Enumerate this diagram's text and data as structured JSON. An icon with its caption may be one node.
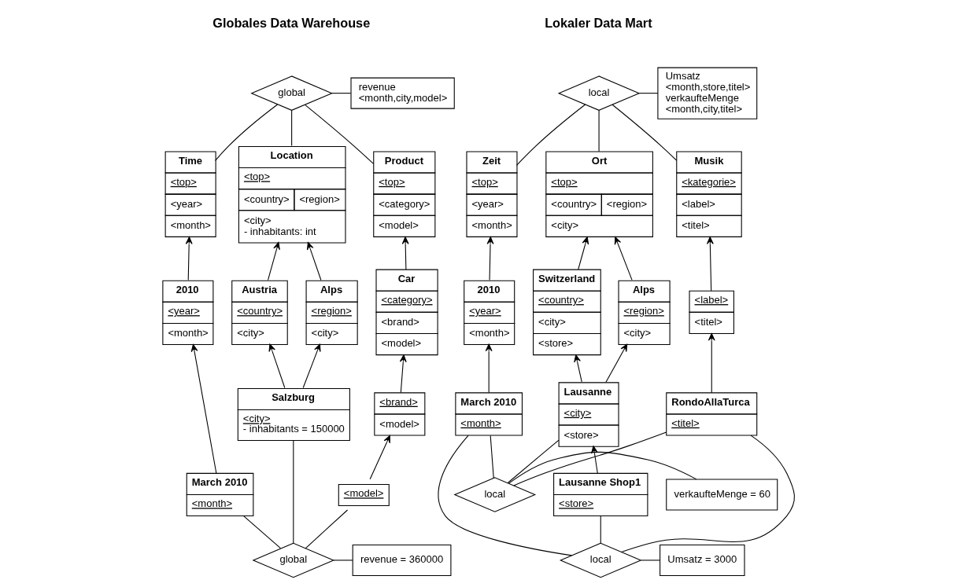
{
  "diagram": {
    "nodes": [
      {
        "text": [
          "global"
        ]
      },
      {
        "text": [
          "revenue",
          "<month,city,model>"
        ]
      },
      {
        "text": [
          "Time",
          "<top>",
          "<year>",
          "<month>"
        ]
      },
      {
        "text": [
          "Location",
          "<top>",
          "<country>",
          "<region>",
          "<city>",
          "- inhabitants: int"
        ]
      },
      {
        "text": [
          "Product",
          "<top>",
          "<category>",
          "<model>"
        ]
      },
      {
        "text": [
          "2010",
          "<year>",
          "<month>"
        ]
      },
      {
        "text": [
          "Austria",
          "<country>",
          "<city>"
        ]
      },
      {
        "text": [
          "Alps",
          "<region>",
          "<city>"
        ]
      },
      {
        "text": [
          "Car",
          "<category>",
          "<brand>",
          "<model>"
        ]
      },
      {
        "text": [
          "March 2010",
          "<month>"
        ]
      },
      {
        "text": [
          "Salzburg",
          "<city>",
          "- inhabitants = 150000"
        ]
      },
      {
        "text": [
          "<brand>",
          "<model>"
        ]
      },
      {
        "text": [
          "<model>"
        ]
      },
      {
        "text": [
          "global"
        ]
      },
      {
        "text": [
          "revenue = 360000"
        ]
      },
      {
        "text": [
          "local"
        ]
      },
      {
        "text": [
          "Umsatz",
          "<month,store,titel>",
          "verkaufteMenge",
          "<month,city,titel>"
        ]
      },
      {
        "text": [
          "Zeit",
          "<top>",
          "<year>",
          "<month>"
        ]
      },
      {
        "text": [
          "Ort",
          "<top>",
          "<country>",
          "<region>",
          "<city>"
        ]
      },
      {
        "text": [
          "Musik",
          "<kategorie>",
          "<label>",
          "<titel>"
        ]
      },
      {
        "text": [
          "2010",
          "<year>",
          "<month>"
        ]
      },
      {
        "text": [
          "Switzerland",
          "<country>",
          "<city>",
          "<store>"
        ]
      },
      {
        "text": [
          "Alps",
          "<region>",
          "<city>"
        ]
      },
      {
        "text": [
          "<label>",
          "<titel>"
        ]
      },
      {
        "text": [
          "March 2010",
          "<month>"
        ]
      },
      {
        "text": [
          "Lausanne",
          "<city>",
          "<store>"
        ]
      },
      {
        "text": [
          "Lausanne Shop1",
          "<store>"
        ]
      },
      {
        "text": [
          "RondoAllaTurca",
          "<titel>"
        ]
      },
      {
        "text": [
          "local"
        ]
      },
      {
        "text": [
          "verkaufteMenge = 60"
        ]
      },
      {
        "text": [
          "local"
        ]
      },
      {
        "text": [
          "Umsatz = 3000"
        ]
      }
    ],
    "edges": [
      {
        "from": 0,
        "to": 1,
        "arrow": "none"
      },
      {
        "from": 0,
        "to": 2,
        "arrow": "none"
      },
      {
        "from": 0,
        "to": 3,
        "arrow": "none"
      },
      {
        "from": 0,
        "to": 4,
        "arrow": "none"
      },
      {
        "from": 5,
        "to": 2,
        "arrow": "to"
      },
      {
        "from": 6,
        "to": 3,
        "arrow": "to"
      },
      {
        "from": 7,
        "to": 3,
        "arrow": "to"
      },
      {
        "from": 8,
        "to": 4,
        "arrow": "to"
      },
      {
        "from": 9,
        "to": 5,
        "arrow": "to"
      },
      {
        "from": 10,
        "to": 6,
        "arrow": "to"
      },
      {
        "from": 10,
        "to": 7,
        "arrow": "to"
      },
      {
        "from": 11,
        "to": 8,
        "arrow": "to"
      },
      {
        "from": 12,
        "to": 11,
        "arrow": "to"
      },
      {
        "from": 9,
        "to": 13,
        "arrow": "none"
      },
      {
        "from": 10,
        "to": 13,
        "arrow": "none"
      },
      {
        "from": 12,
        "to": 13,
        "arrow": "none"
      },
      {
        "from": 13,
        "to": 14,
        "arrow": "none"
      },
      {
        "from": 15,
        "to": 16,
        "arrow": "none"
      },
      {
        "from": 15,
        "to": 17,
        "arrow": "none"
      },
      {
        "from": 15,
        "to": 18,
        "arrow": "none"
      },
      {
        "from": 15,
        "to": 19,
        "arrow": "none"
      },
      {
        "from": 20,
        "to": 17,
        "arrow": "to"
      },
      {
        "from": 21,
        "to": 18,
        "arrow": "to"
      },
      {
        "from": 22,
        "to": 18,
        "arrow": "to"
      },
      {
        "from": 23,
        "to": 19,
        "arrow": "to"
      },
      {
        "from": 24,
        "to": 20,
        "arrow": "to"
      },
      {
        "from": 25,
        "to": 21,
        "arrow": "to"
      },
      {
        "from": 25,
        "to": 22,
        "arrow": "to"
      },
      {
        "from": 27,
        "to": 23,
        "arrow": "to"
      },
      {
        "from": 26,
        "to": 25,
        "arrow": "to"
      },
      {
        "from": 24,
        "to": 28,
        "arrow": "none"
      },
      {
        "from": 25,
        "to": 28,
        "arrow": "none"
      },
      {
        "from": 27,
        "to": 28,
        "arrow": "none"
      },
      {
        "from": 28,
        "to": 29,
        "arrow": "none"
      },
      {
        "from": 24,
        "to": 30,
        "arrow": "none"
      },
      {
        "from": 26,
        "to": 30,
        "arrow": "none"
      },
      {
        "from": 27,
        "to": 30,
        "arrow": "none"
      },
      {
        "from": 30,
        "to": 31,
        "arrow": "none"
      }
    ],
    "labels": [
      "Globales Data Warehouse",
      "Lokaler Data Mart"
    ]
  }
}
